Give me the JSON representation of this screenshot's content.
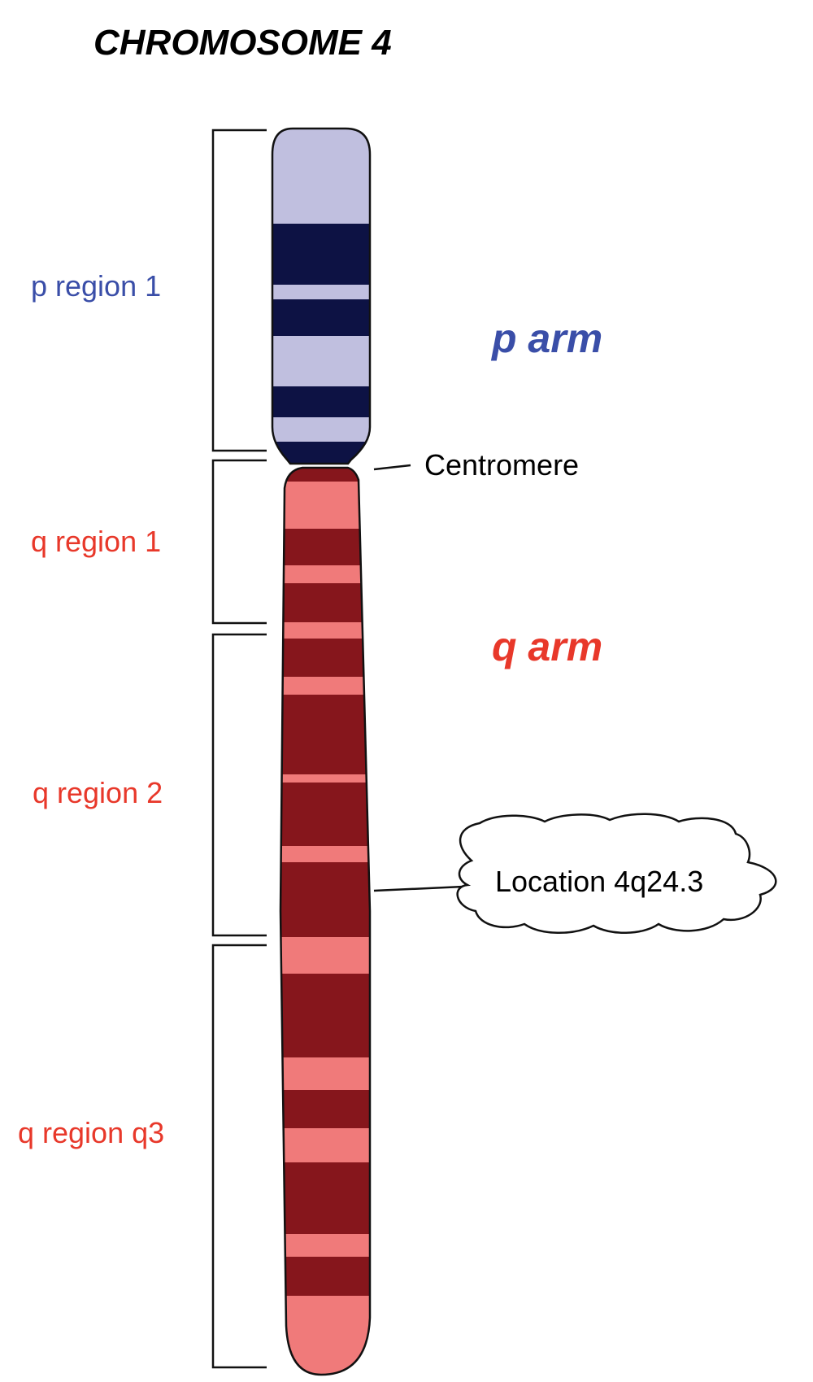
{
  "title": "CHROMOSOME 4",
  "colors": {
    "p_light": "#C0BFDF",
    "p_dark": "#0D1244",
    "q_light": "#F07A7A",
    "q_dark": "#86161C",
    "p_text": "#3A4EA8",
    "q_text": "#E8382A",
    "line": "#111111"
  },
  "regions": [
    {
      "label": "p region 1",
      "arm": "p"
    },
    {
      "label": "q region 1",
      "arm": "q"
    },
    {
      "label": "q region 2",
      "arm": "q"
    },
    {
      "label": "q region q3",
      "arm": "q"
    }
  ],
  "arms": {
    "p": "p arm",
    "q": "q arm"
  },
  "centromere_label": "Centromere",
  "location_callout": "Location 4q24.3"
}
